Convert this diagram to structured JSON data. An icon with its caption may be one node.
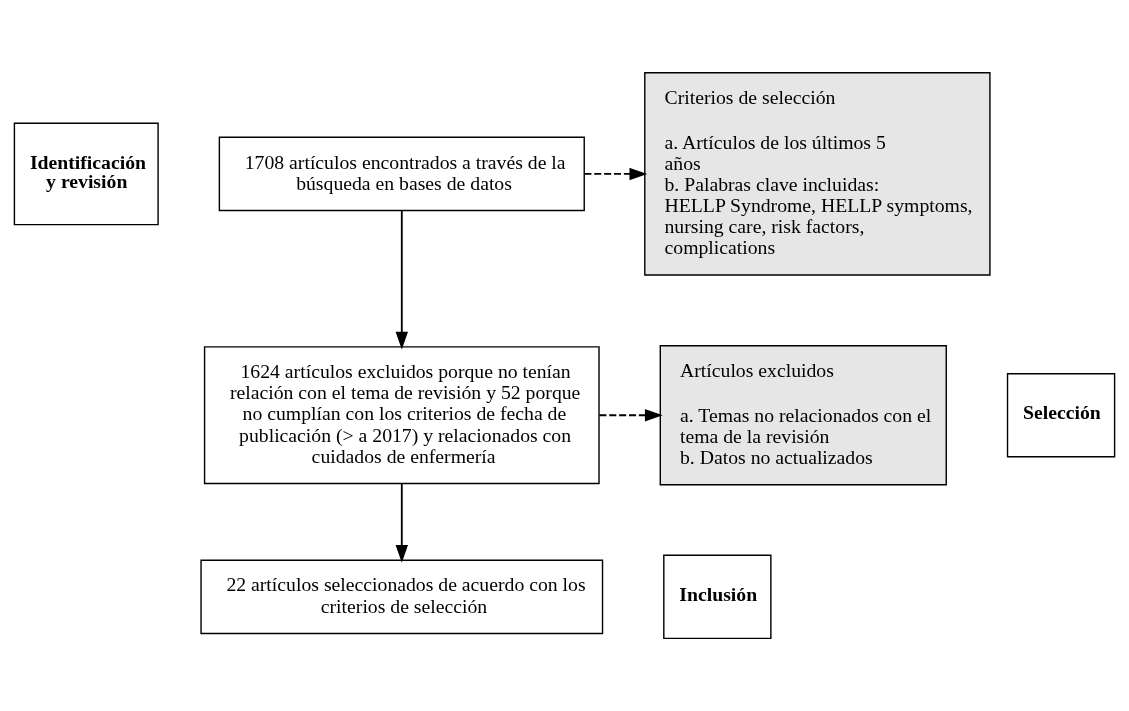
{
  "diagram": {
    "nodes": [
      {
        "text": [
          "Identificación y revisión"
        ]
      },
      {
        "text": [
          "1708 artículos encontrados a través de la búsqueda en bases de datos"
        ]
      },
      {
        "text": [
          "Criterios de selección",
          "a. Artículos de los últimos 5 años",
          "b. Palabras clave incluidas: HELLP Syndrome, HELLP symptoms, nursing care, risk factors, complications"
        ]
      },
      {
        "text": [
          "Selección"
        ]
      },
      {
        "text": [
          "1624 artículos excluidos porque no tenían relación con el tema de revisión y 52 porque no cumplían con los criterios de fecha de publicación (> a 2017) y relacionados con cuidados de enfermería"
        ]
      },
      {
        "text": [
          "Artículos excluidos",
          "a. Temas no relacionados con el tema de la revisión",
          "b. Datos no actualizados"
        ]
      },
      {
        "text": [
          "Inclusión"
        ]
      },
      {
        "text": [
          "22 artículos seleccionados de acuerdo con los criterios de selección"
        ]
      }
    ],
    "edges": [
      {
        "from": 1,
        "to": 4,
        "arrow": "to"
      },
      {
        "from": 1,
        "to": 2,
        "arrow": "to",
        "style": "dashed"
      },
      {
        "from": 4,
        "to": 7,
        "arrow": "to"
      },
      {
        "from": 4,
        "to": 5,
        "arrow": "to",
        "style": "dashed"
      }
    ]
  }
}
